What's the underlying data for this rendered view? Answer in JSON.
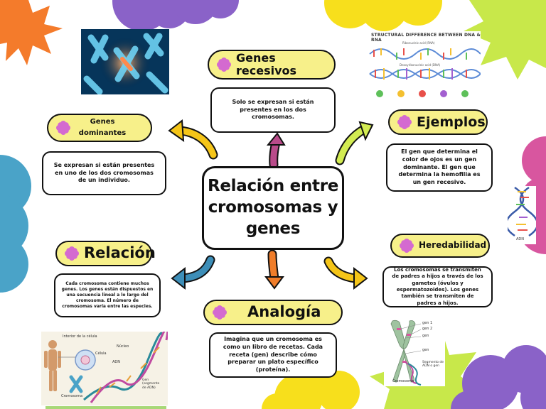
{
  "title": "Relación entre cromosomas y genes",
  "nodes": {
    "genes_recesivos": {
      "label": "Genes recesivos",
      "text": "Solo se expresan si están presentes en los dos cromosomas."
    },
    "genes_dominantes": {
      "label": "Genes dominantes",
      "text": "Se expresan si están presentes en uno de los dos cromosomas de un individuo."
    },
    "ejemplos": {
      "label": "Ejemplos",
      "text": "El gen que determina el color de ojos es un gen dominante. El gen que determina la hemofilia es un gen recesivo."
    },
    "relacion": {
      "label": "Relación",
      "text": "Cada cromosoma contiene muchos genes. Los genes están dispuestos en una secuencia lineal a lo largo del cromosoma. El número de cromosomas varía entre las especies."
    },
    "heredabilidad": {
      "label": "Heredabilidad",
      "text": "Los cromosomas se transmiten de padres a hijos a través de los gametos (óvulos y espermatozoides). Los genes también se transmiten de padres a hijos."
    },
    "analogia": {
      "label": "Analogía",
      "text": "Imagina que un cromosoma es como un libro de recetas. Cada receta (gen) describe cómo preparar un plato específico (proteína)."
    }
  },
  "images": {
    "dna_rna": {
      "title": "STRUCTURAL DIFFERENCE BETWEEN DNA & RNA",
      "rna_label": "Ribonucleic acid (RNA)",
      "dna_label": "Deoxyribonucleic acid (DNA)"
    },
    "cell": {
      "labels": [
        "Interior de la célula",
        "Célula",
        "Núcleo",
        "ADN",
        "Cromosoma",
        "Gen (segmento de ADN)"
      ]
    },
    "chromosome": {
      "labels": [
        "gen 1",
        "gen 2",
        "gen",
        "gen",
        "Segmento de ADN o gen",
        "Cromosoma"
      ]
    },
    "side_dna": {
      "label": "ADN"
    }
  },
  "colors": {
    "pill_fill": "#f7f08a",
    "flower": "#d46ad0",
    "orange_star": "#f47b2b",
    "purple_blob": "#8a62c8",
    "yellow_flower": "#f7df1c",
    "green_star": "#c8e84a",
    "blue_blob": "#4aa3c8",
    "pink_flower": "#d8569f",
    "arrow_yellow": "#f5c518",
    "arrow_green": "#d3ec52",
    "arrow_pink": "#b94b8a",
    "arrow_orange": "#f07d2a",
    "arrow_blue": "#3d8eb8"
  }
}
